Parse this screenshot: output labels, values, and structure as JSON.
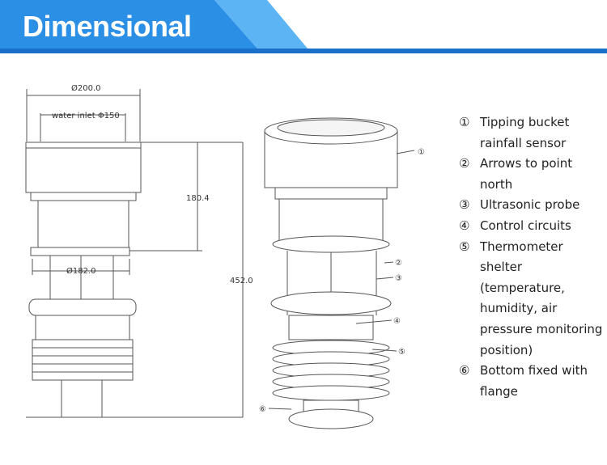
{
  "banner": {
    "title": "Dimensional",
    "color_dark": "#1a7ad8",
    "color_light": "#3ba3f0"
  },
  "dimensions": {
    "top_diameter": "Ø200.0",
    "water_inlet": "water inlet Φ150",
    "shelter_diameter": "Ø182.0",
    "upper_height": "180.4",
    "total_height": "452.0"
  },
  "callouts": [
    "①",
    "②",
    "③",
    "④",
    "⑤",
    "⑥"
  ],
  "legend": [
    {
      "num": "①",
      "text": "Tipping bucket rainfall sensor"
    },
    {
      "num": "②",
      "text": "Arrows to point north"
    },
    {
      "num": "③",
      "text": "Ultrasonic probe"
    },
    {
      "num": "④",
      "text": "Control circuits"
    },
    {
      "num": "⑤",
      "text": "Thermometer shelter (temperature, humidity, air pressure monitoring position)"
    },
    {
      "num": "⑥",
      "text": "Bottom fixed with flange"
    }
  ]
}
